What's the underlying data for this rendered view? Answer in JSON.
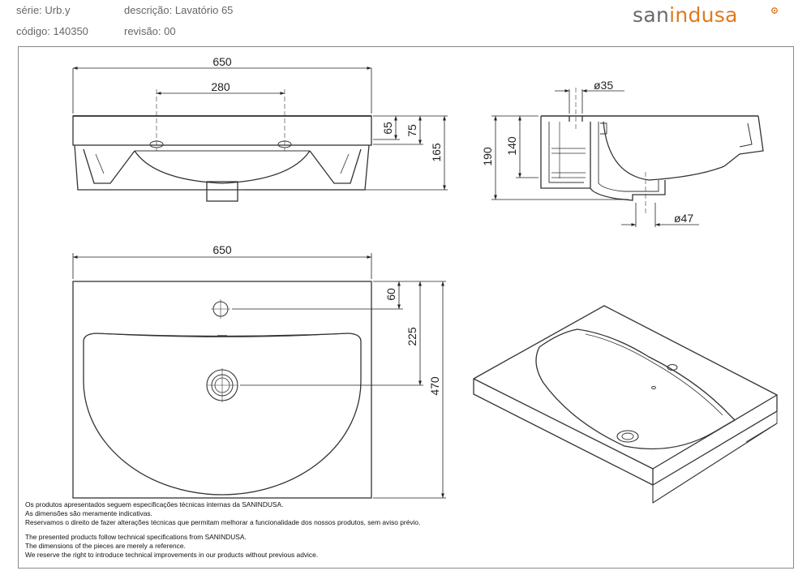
{
  "header": {
    "serie": "série: Urb.y",
    "descricao": "descrição: Lavatório 65",
    "codigo": "código: 140350",
    "revisao": "revisão: 00",
    "brand_a": "san",
    "brand_b": "indusa"
  },
  "dimensions": {
    "front_width": "650",
    "tap_spacing": "280",
    "rim_height": "65",
    "overflow_height": "75",
    "total_height": "165",
    "side_top_hole": "ø35",
    "side_height": "190",
    "side_inner": "140",
    "side_drain": "ø47",
    "plan_width": "650",
    "plan_tap_offset": "60",
    "plan_drain_offset": "225",
    "plan_depth": "470"
  },
  "notes": {
    "pt_1": "Os produtos apresentados seguem especificações técnicas internas da SANINDUSA.",
    "pt_2": "As dimensões são meramente indicativas.",
    "pt_3": "Reservamos o direito de fazer alterações técnicas que permitam melhorar a funcionalidade dos nossos produtos, sem aviso prévio.",
    "en_1": "The presented products follow technical specifications from SANINDUSA.",
    "en_2": "The dimensions of the pieces are merely a reference.",
    "en_3": "We reserve the right to introduce technical improvements in our products without previous advice."
  },
  "colors": {
    "brand_accent": "#e07a1f",
    "brand_text": "#6a6a6a",
    "line": "#333333"
  }
}
